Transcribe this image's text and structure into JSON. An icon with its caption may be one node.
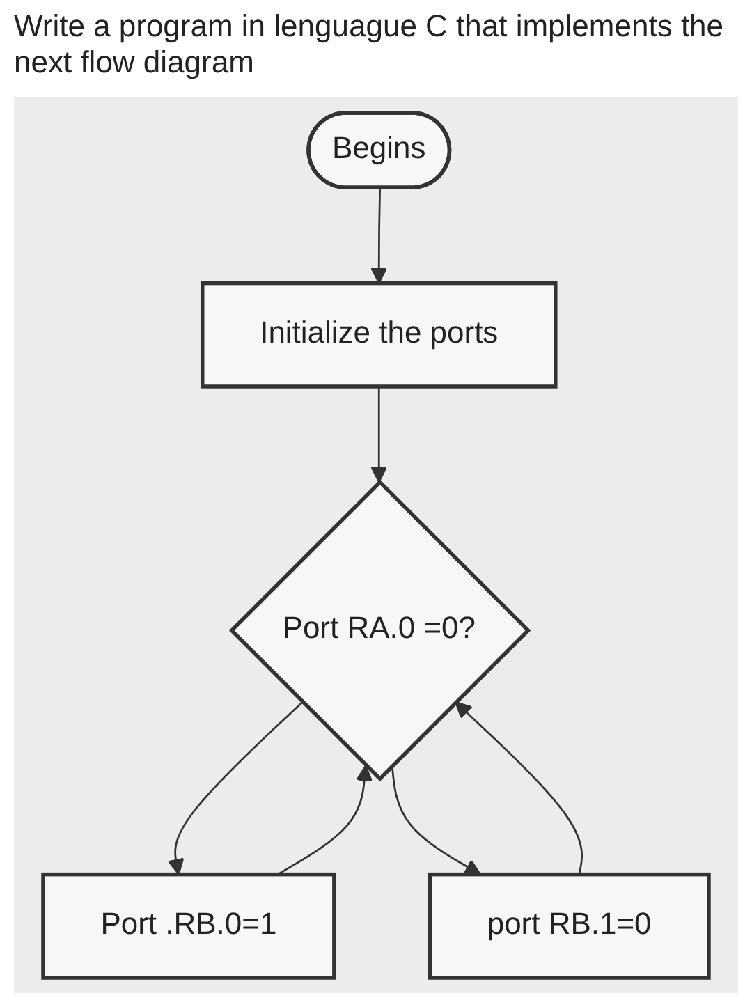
{
  "diagram": {
    "title": "Write a program in lenguague C that implements the next flow diagram",
    "nodes": [
      {
        "text": [
          "Begins"
        ]
      },
      {
        "text": [
          "Initialize the ports"
        ]
      },
      {
        "text": [
          "Port RA.0 =0?"
        ]
      },
      {
        "text": [
          "Port .RB.0=1"
        ]
      },
      {
        "text": [
          "port RB.1=0"
        ]
      }
    ],
    "edges": [
      {
        "from": 0,
        "to": 1,
        "arrow": "to"
      },
      {
        "from": 1,
        "to": 2,
        "arrow": "to"
      },
      {
        "from": 2,
        "to": 3,
        "arrow": "to"
      },
      {
        "from": 3,
        "to": 2,
        "arrow": "to"
      },
      {
        "from": 2,
        "to": 4,
        "arrow": "to"
      },
      {
        "from": 4,
        "to": 2,
        "arrow": "to"
      }
    ]
  }
}
